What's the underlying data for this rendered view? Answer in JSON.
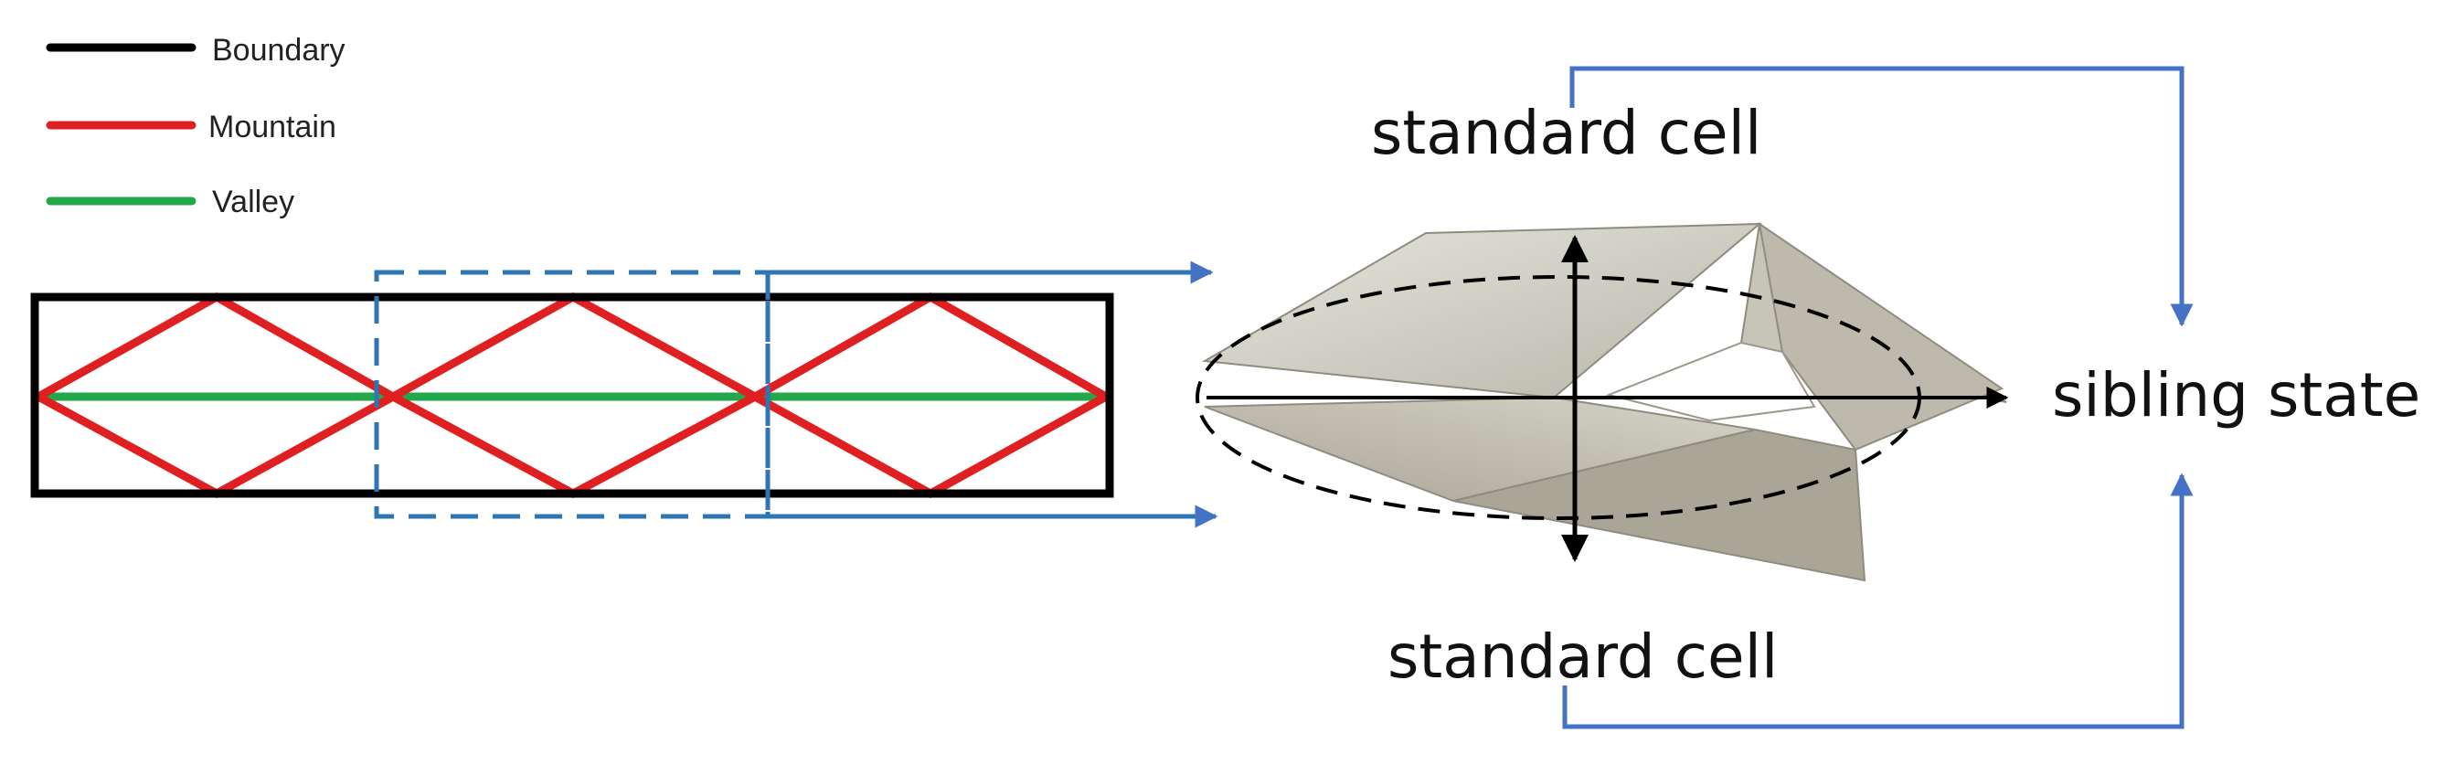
{
  "legend": {
    "items": [
      {
        "label": "Boundary",
        "color": "#000000"
      },
      {
        "label": "Mountain",
        "color": "#e02020"
      },
      {
        "label": "Valley",
        "color": "#22a84a"
      }
    ]
  },
  "labels": {
    "top_cell": "standard cell",
    "bottom_cell": "standard cell",
    "result": "sibling state"
  },
  "colors": {
    "boundary": "#000000",
    "mountain": "#e02020",
    "valley": "#22a84a",
    "arrow_blue": "#4472c4",
    "dashed_blue": "#2e75b6",
    "paper_light": "#dcdcd2",
    "paper_mid": "#c2bfb2",
    "paper_dark": "#aaa69a",
    "paper_shadow": "#8f8b80"
  },
  "icons": {
    "arrow": "arrow-right-icon"
  }
}
